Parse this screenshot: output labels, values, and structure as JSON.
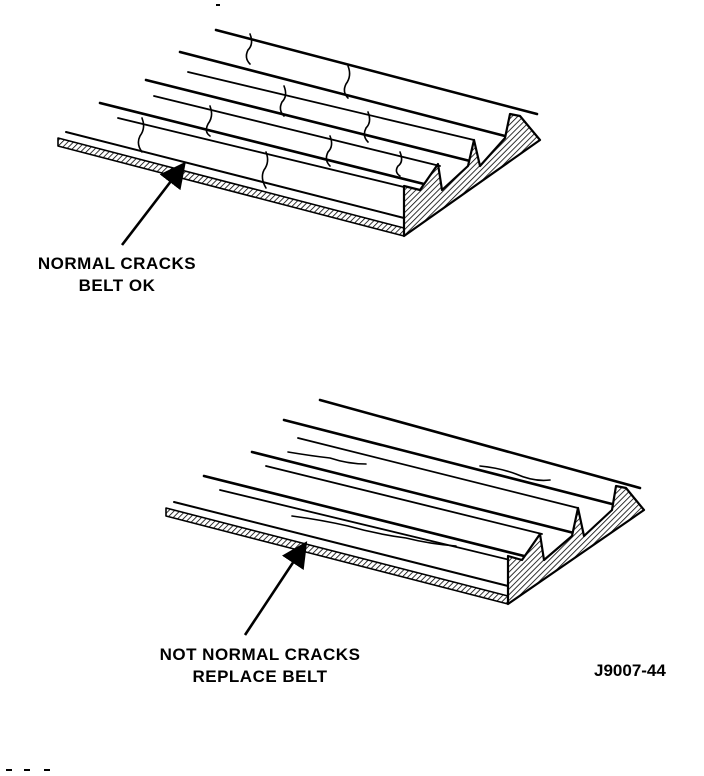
{
  "labels": {
    "normal_line1": "NORMAL CRACKS",
    "normal_line2": "BELT OK",
    "abnormal_line1": "NOT NORMAL CRACKS",
    "abnormal_line2": "REPLACE BELT",
    "figure_id": "J9007-44"
  },
  "colors": {
    "ink": "#000000",
    "paper": "#ffffff"
  }
}
